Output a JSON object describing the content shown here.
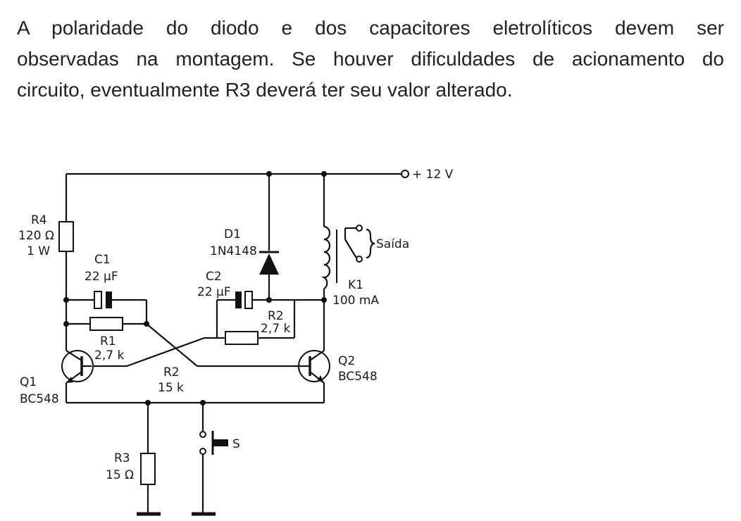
{
  "paragraph": {
    "line1": "A polaridade do diodo e dos capacitores eletrolíticos devem ser",
    "line2": "observadas na montagem. Se houver dificuldades de acionamento do",
    "line3": "circuito, eventualmente R3 deverá ter seu valor alterado."
  },
  "circuit": {
    "supply": "+ 12 V",
    "r4": {
      "name": "R4",
      "value": "120 Ω",
      "power": "1 W"
    },
    "c1": {
      "name": "C1",
      "value": "22 µF"
    },
    "r1": {
      "name": "R1",
      "value": "2,7 k"
    },
    "q1": {
      "name": "Q1",
      "part": "BC548"
    },
    "r2_mid": {
      "name": "R2",
      "value": "15 k"
    },
    "d1": {
      "name": "D1",
      "part": "1N4148"
    },
    "c2": {
      "name": "C2",
      "value": "22 µF"
    },
    "r2_top": {
      "name": "R2",
      "value": "2,7 k"
    },
    "k1": {
      "name": "K1",
      "value": "100 mA",
      "output": "Saída"
    },
    "q2": {
      "name": "Q2",
      "part": "BC548"
    },
    "r3": {
      "name": "R3",
      "value": "15 Ω"
    },
    "switch": "S"
  }
}
